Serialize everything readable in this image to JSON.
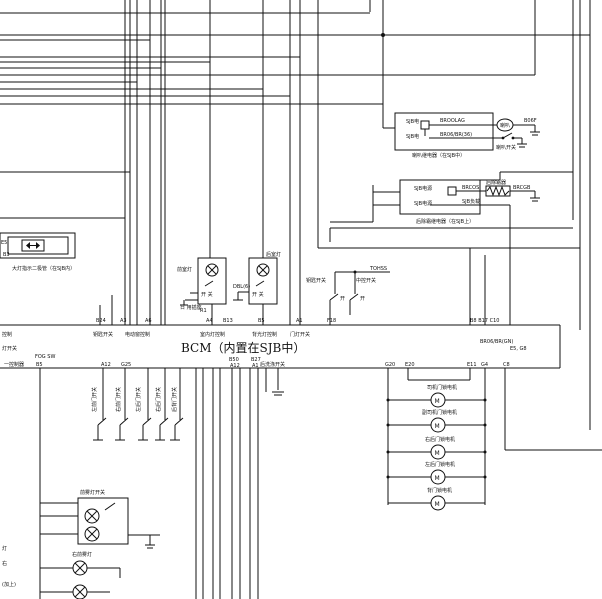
{
  "bcm": {
    "label": "BCM（内置在SJB中）",
    "pins_top": [
      "B24",
      "A3",
      "A6",
      "A4",
      "B13",
      "B5",
      "A1",
      "F18",
      "B8 B17 C10"
    ],
    "pins_top_labels": [
      "钥匙开关",
      "电动窗控制",
      "室内灯控制",
      "背光灯控制",
      "门灯开关"
    ],
    "pins_bottom": [
      "FOG SW",
      "B5",
      "A12",
      "G25",
      "B50",
      "A12",
      "B27",
      "A1",
      "G20",
      "E20",
      "E11",
      "G4",
      "C8"
    ],
    "pins_bottom_labels": [
      "前雾灯开关",
      "一控制器",
      "后洗涤开关"
    ],
    "right_pin": "E5, G8"
  },
  "horn_relay": {
    "label": "喇叭继电器（在SJB中）",
    "pins": [
      "SJB电",
      "SJB电"
    ],
    "switch_label": "喇叭开关",
    "horn_label": "喇叭"
  },
  "rear_defrost_relay": {
    "label": "后除霜继电器（在SJB上）",
    "pins": [
      "SJB电源",
      "SJB电源"
    ],
    "element_label": "后除霜器"
  },
  "left_module": {
    "pin": "E5",
    "label": "大灯指示二极管（在SJB内）"
  },
  "lamps": {
    "room_lamp": "前室灯",
    "rear_room_lamp": "后室灯",
    "switch_text": "开 关",
    "key_switch": "钥匙开关",
    "door_switch": "中控开关"
  },
  "left_edge_labels": [
    "控制",
    "灯开关",
    "一控制器"
  ],
  "door_switches": [
    "左前门开关",
    "右前门开关",
    "左后门开关",
    "右后门开关",
    "后背门开关"
  ],
  "motors": [
    {
      "label": "司机门锁电机"
    },
    {
      "label": "副司机门锁电机"
    },
    {
      "label": "右后门锁电机"
    },
    {
      "label": "左后门锁电机"
    },
    {
      "label": "背门锁电机"
    }
  ],
  "fog": {
    "switch_label": "前雾灯开关",
    "right_front_fog": "右前雾灯",
    "left_edge": [
      "灯",
      "右",
      "(加上)"
    ]
  }
}
